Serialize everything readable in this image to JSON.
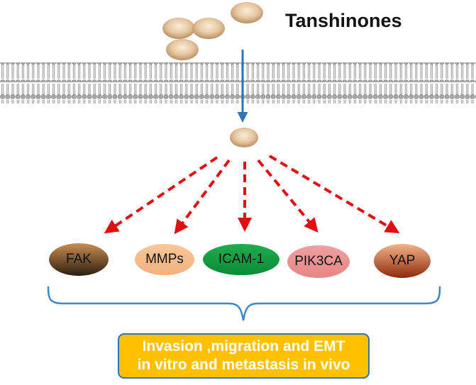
{
  "title": "Tanshinones",
  "targets": [
    {
      "label": "FAK",
      "color_top": "#c98e53",
      "color_bottom": "#2b1d10"
    },
    {
      "label": "MMPs",
      "color_top": "#f8c79a",
      "color_bottom": "#f3b07e"
    },
    {
      "label": "ICAM-1",
      "color_top": "#1fad4f",
      "color_bottom": "#0b8a37"
    },
    {
      "label": "PIK3CA",
      "color_top": "#f0a0a0",
      "color_bottom": "#e58585"
    },
    {
      "label": "YAP",
      "color_top": "#f2b48a",
      "color_bottom": "#8e2a0d"
    }
  ],
  "outcome": {
    "line1": "Invasion ,migration and EMT",
    "line2": "in vitro and metastasis in vivo"
  },
  "colors": {
    "membrane": "#9e9e9e",
    "arrow_entry": "#2e75b6",
    "arrow_dashed": "#e01010",
    "bracket": "#3a86c8",
    "outcome_fill": "#ffc000",
    "outcome_border": "#2e74b5"
  }
}
